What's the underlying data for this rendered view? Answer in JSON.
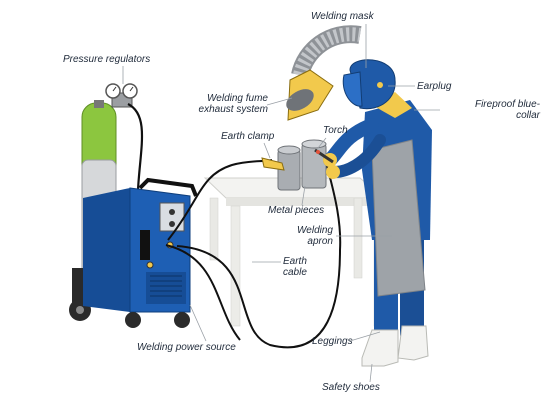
{
  "labels": {
    "welding_mask": "Welding mask",
    "pressure_regulators": "Pressure regulators",
    "earplug": "Earplug",
    "exhaust_line1": "Welding fume",
    "exhaust_line2": "exhaust system",
    "fireproof_line1": "Fireproof blue-",
    "fireproof_line2": "collar",
    "torch": "Torch",
    "earth_clamp": "Earth clamp",
    "metal_pieces": "Metal pieces",
    "apron_line1": "Welding",
    "apron_line2": "apron",
    "cable_line1": "Earth",
    "cable_line2": "cable",
    "leggings": "Leggings",
    "power_source": "Welding power source",
    "safety_shoes": "Safety shoes"
  },
  "colors": {
    "cylinder": "#8cc63f",
    "machine": "#1e5fb4",
    "suit": "#1f5aa8",
    "apron": "#9ea3a8",
    "yellow": "#f2c94c",
    "table": "#f3f3f1",
    "cable": "#111111",
    "leader": "#9aa0a6"
  }
}
